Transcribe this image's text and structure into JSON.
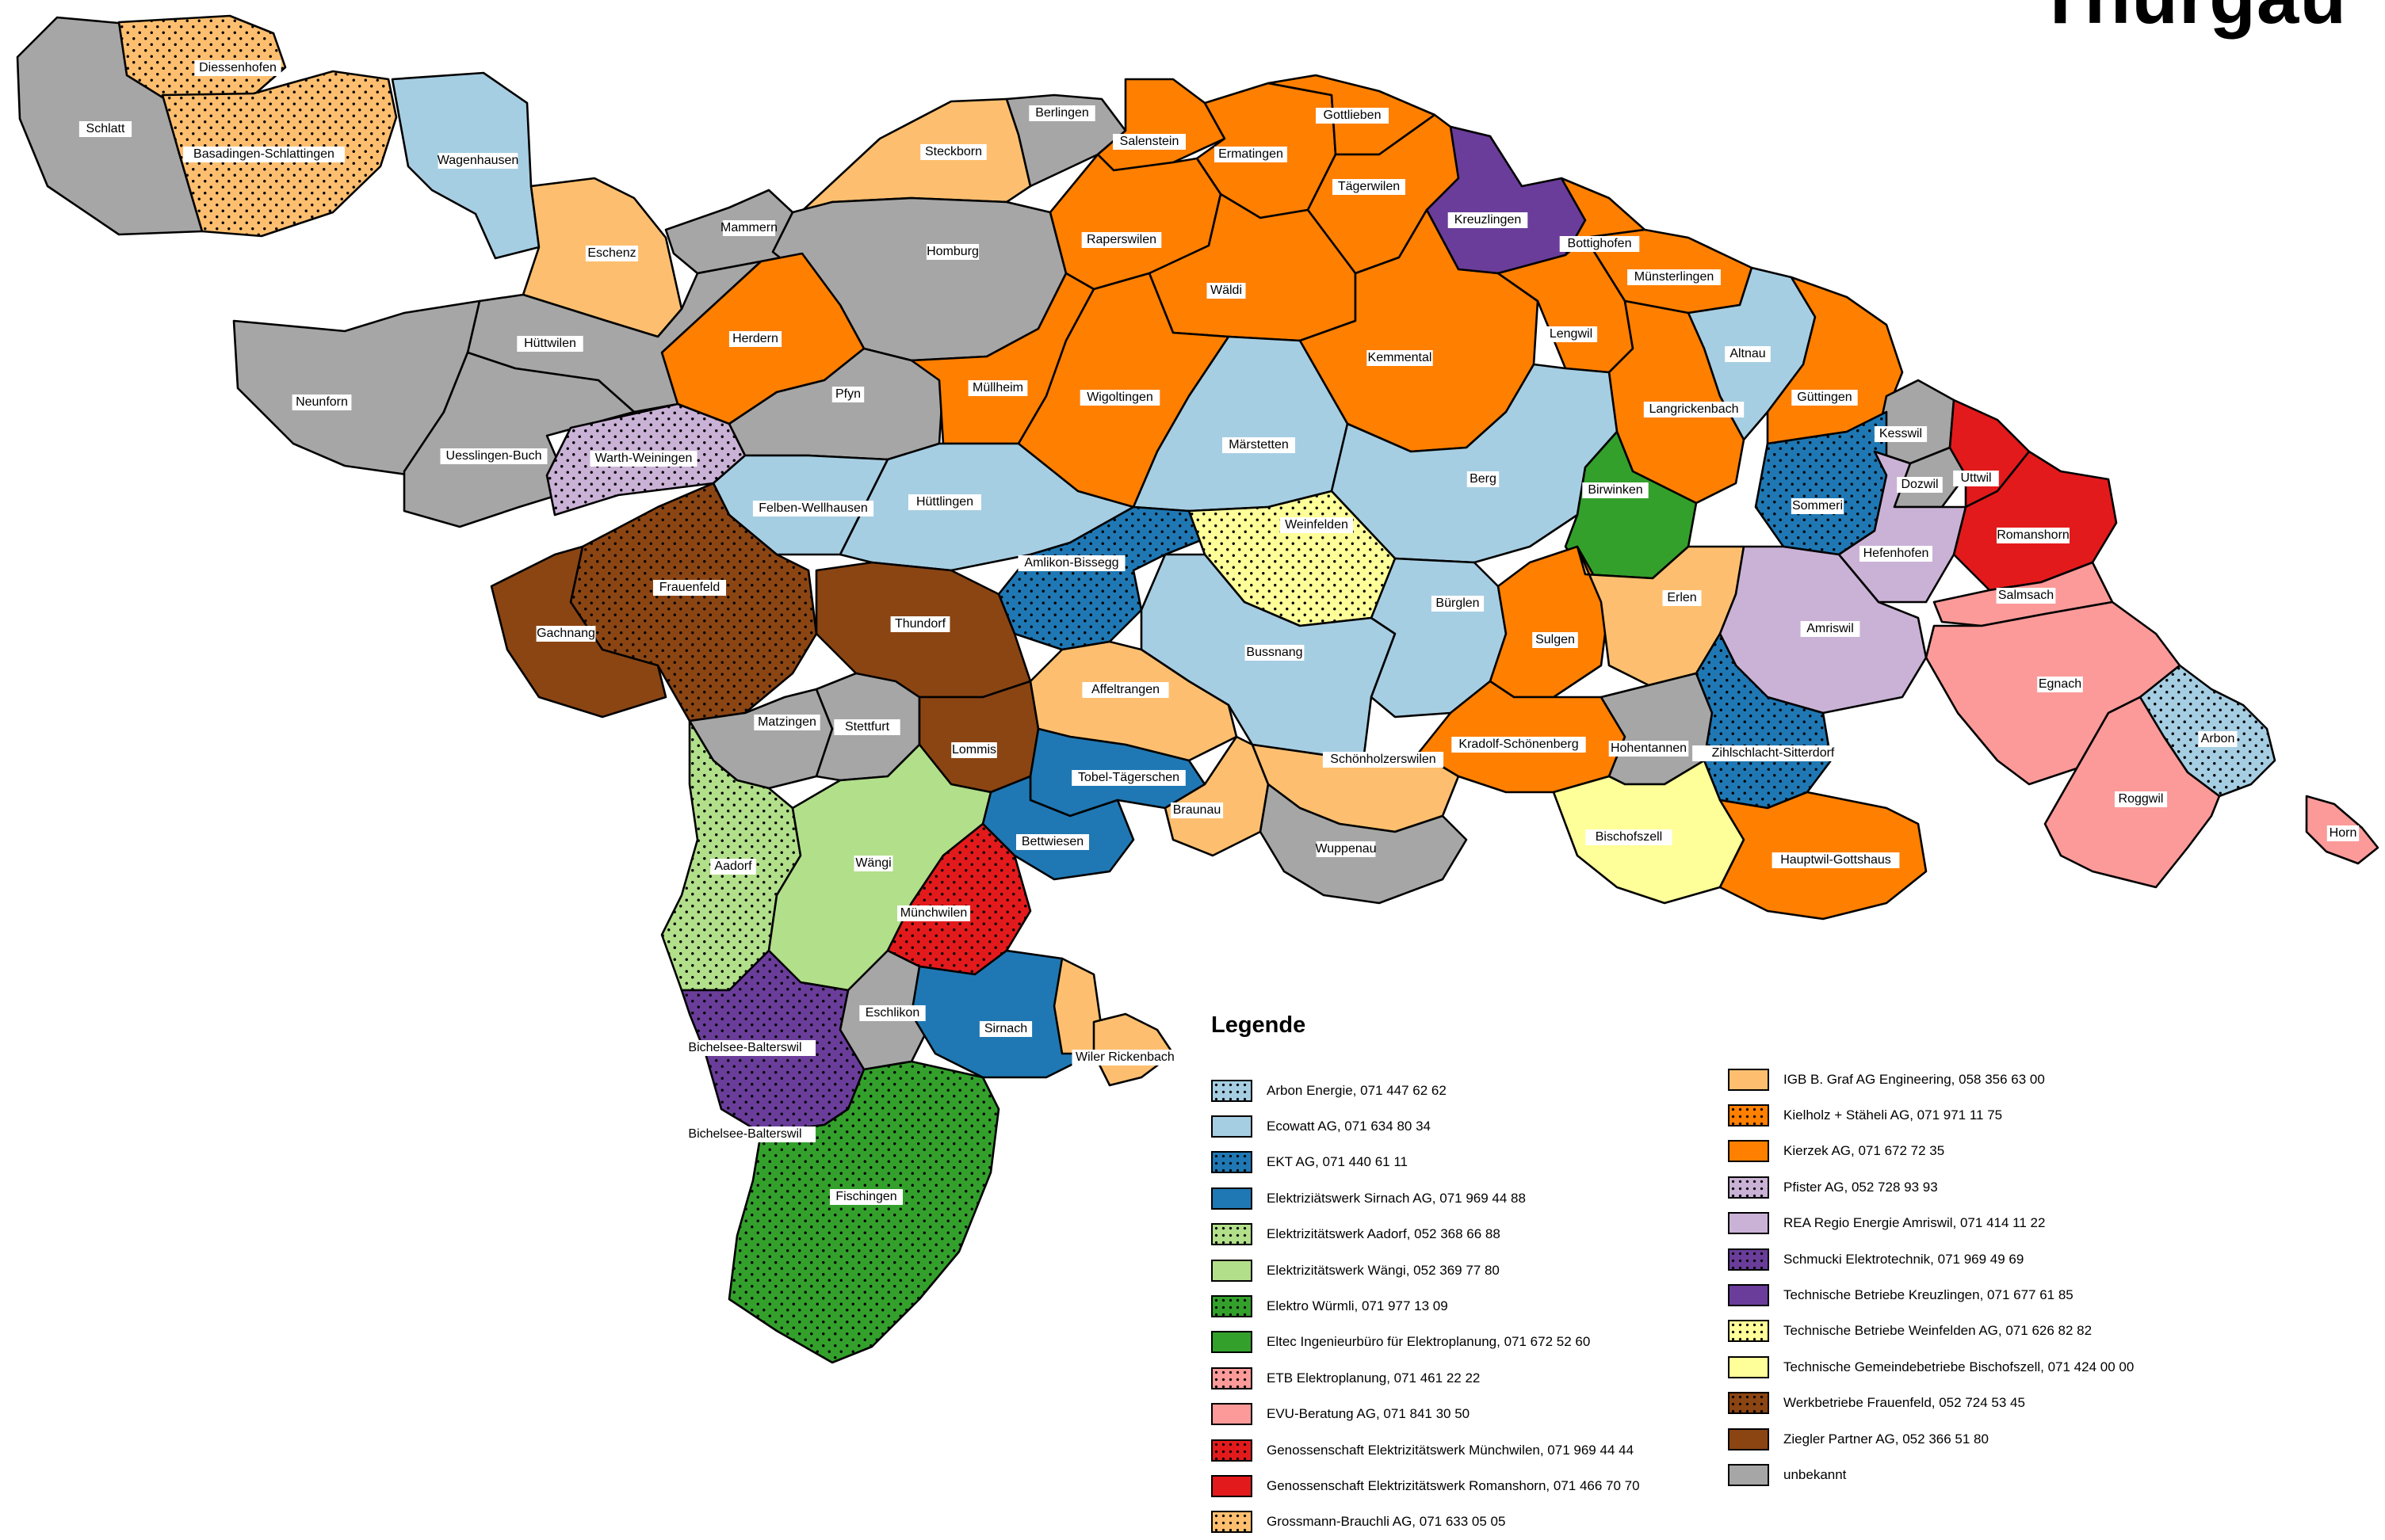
{
  "title": "Thurgau",
  "legend": {
    "title": "Legende",
    "items": [
      {
        "id": "arbon",
        "label": "Arbon Energie, 071 447 62 62",
        "color": "#a6cee3",
        "dotted": true
      },
      {
        "id": "ecowatt",
        "label": "Ecowatt AG, 071 634 80 34",
        "color": "#a6cee3",
        "dotted": false
      },
      {
        "id": "ekt",
        "label": "EKT AG, 071 440 61 11",
        "color": "#1f78b4",
        "dotted": true
      },
      {
        "id": "sirnach",
        "label": "Elektriziätswerk Sirnach AG, 071 969 44 88",
        "color": "#1f78b4",
        "dotted": false
      },
      {
        "id": "aadorf",
        "label": "Elektrizitätswerk Aadorf, 052 368 66 88",
        "color": "#b2df8a",
        "dotted": true
      },
      {
        "id": "waengi",
        "label": "Elektrizitätswerk Wängi, 052 369 77 80",
        "color": "#b2df8a",
        "dotted": false
      },
      {
        "id": "wuermli",
        "label": "Elektro Würmli, 071 977 13 09",
        "color": "#33a02c",
        "dotted": true
      },
      {
        "id": "eltec",
        "label": "Eltec Ingenieurbüro für Elektroplanung, 071 672 52 60",
        "color": "#33a02c",
        "dotted": false
      },
      {
        "id": "etb",
        "label": "ETB Elektroplanung, 071 461 22 22",
        "color": "#fb9a99",
        "dotted": true
      },
      {
        "id": "evu",
        "label": "EVU-Beratung AG, 071 841 30 50",
        "color": "#fb9a99",
        "dotted": false
      },
      {
        "id": "gmuenchwilen",
        "label": "Genossenschaft Elektrizitätswerk Münchwilen, 071 969 44 44",
        "color": "#e31a1c",
        "dotted": true
      },
      {
        "id": "gromanshorn",
        "label": "Genossenschaft Elektrizitätswerk Romanshorn, 071 466 70 70",
        "color": "#e31a1c",
        "dotted": false
      },
      {
        "id": "grossmann",
        "label": "Grossmann-Brauchli AG, 071 633 05 05",
        "color": "#fdbf6f",
        "dotted": true
      },
      {
        "id": "igb",
        "label": "IGB B. Graf AG Engineering, 058 356 63 00",
        "color": "#fdbf6f",
        "dotted": false
      },
      {
        "id": "kielholz",
        "label": "Kielholz + Stäheli AG, 071 971 11 75",
        "color": "#ff7f00",
        "dotted": true
      },
      {
        "id": "kierzek",
        "label": "Kierzek AG, 071 672 72 35",
        "color": "#ff7f00",
        "dotted": false
      },
      {
        "id": "pfister",
        "label": "Pfister AG, 052 728 93 93",
        "color": "#cab2d6",
        "dotted": true
      },
      {
        "id": "rea",
        "label": "REA Regio Energie Amriswil, 071 414 11 22",
        "color": "#cab2d6",
        "dotted": false
      },
      {
        "id": "schmucki",
        "label": "Schmucki Elektrotechnik, 071 969 49 69",
        "color": "#6a3d9a",
        "dotted": true
      },
      {
        "id": "tbkreuzlingen",
        "label": "Technische Betriebe Kreuzlingen, 071 677 61 85",
        "color": "#6a3d9a",
        "dotted": false
      },
      {
        "id": "tbweinfelden",
        "label": "Technische Betriebe Weinfelden AG, 071 626 82 82",
        "color": "#ffff99",
        "dotted": true
      },
      {
        "id": "tgbischofszell",
        "label": "Technische Gemeindebetriebe Bischofszell, 071 424 00 00",
        "color": "#ffff99",
        "dotted": false
      },
      {
        "id": "wbfrauenfeld",
        "label": "Werkbetriebe Frauenfeld, 052 724 53 45",
        "color": "#8b4513",
        "dotted": true
      },
      {
        "id": "ziegler",
        "label": "Ziegler Partner AG, 052 366 51 80",
        "color": "#8b4513",
        "dotted": false
      },
      {
        "id": "unbekannt",
        "label": "unbekannt",
        "color": "#a6a6a6",
        "dotted": false
      }
    ]
  },
  "municipalities": [
    {
      "name": "Schlatt",
      "provider": "unbekannt"
    },
    {
      "name": "Diessenhofen",
      "provider": "grossmann"
    },
    {
      "name": "Basadingen-Schlattingen",
      "provider": "grossmann"
    },
    {
      "name": "Wagenhausen",
      "provider": "ecowatt"
    },
    {
      "name": "Eschenz",
      "provider": "igb"
    },
    {
      "name": "Mammern",
      "provider": "unbekannt"
    },
    {
      "name": "Steckborn",
      "provider": "igb"
    },
    {
      "name": "Berlingen",
      "provider": "unbekannt"
    },
    {
      "name": "Homburg",
      "provider": "unbekannt"
    },
    {
      "name": "Salenstein",
      "provider": "kierzek"
    },
    {
      "name": "Ermatingen",
      "provider": "kierzek"
    },
    {
      "name": "Gottlieben",
      "provider": "kierzek"
    },
    {
      "name": "Tägerwilen",
      "provider": "kierzek"
    },
    {
      "name": "Kreuzlingen",
      "provider": "tbkreuzlingen"
    },
    {
      "name": "Bottighofen",
      "provider": "kierzek"
    },
    {
      "name": "Münsterlingen",
      "provider": "kierzek"
    },
    {
      "name": "Raperswilen",
      "provider": "kierzek"
    },
    {
      "name": "Wäldi",
      "provider": "kierzek"
    },
    {
      "name": "Kemmental",
      "provider": "kierzek"
    },
    {
      "name": "Lengwil",
      "provider": "kierzek"
    },
    {
      "name": "Altnau",
      "provider": "ecowatt"
    },
    {
      "name": "Güttingen",
      "provider": "kierzek"
    },
    {
      "name": "Kesswil",
      "provider": "unbekannt"
    },
    {
      "name": "Dozwil",
      "provider": "unbekannt"
    },
    {
      "name": "Uttwil",
      "provider": "gromanshorn"
    },
    {
      "name": "Romanshorn",
      "provider": "gromanshorn"
    },
    {
      "name": "Langrickenbach",
      "provider": "kierzek"
    },
    {
      "name": "Herdern",
      "provider": "kierzek"
    },
    {
      "name": "Hüttwilen",
      "provider": "unbekannt"
    },
    {
      "name": "Neunforn",
      "provider": "unbekannt"
    },
    {
      "name": "Uesslingen-Buch",
      "provider": "unbekannt"
    },
    {
      "name": "Warth-Weiningen",
      "provider": "pfister"
    },
    {
      "name": "Pfyn",
      "provider": "unbekannt"
    },
    {
      "name": "Müllheim",
      "provider": "kierzek"
    },
    {
      "name": "Wigoltingen",
      "provider": "kierzek"
    },
    {
      "name": "Märstetten",
      "provider": "ecowatt"
    },
    {
      "name": "Berg",
      "provider": "ecowatt"
    },
    {
      "name": "Birwinken",
      "provider": "eltec"
    },
    {
      "name": "Sommeri",
      "provider": "ekt"
    },
    {
      "name": "Hefenhofen",
      "provider": "rea"
    },
    {
      "name": "Salmsach",
      "provider": "evu"
    },
    {
      "name": "Felben-Wellhausen",
      "provider": "ecowatt"
    },
    {
      "name": "Hüttlingen",
      "provider": "ecowatt"
    },
    {
      "name": "Amlikon-Bissegg",
      "provider": "ekt"
    },
    {
      "name": "Weinfelden",
      "provider": "tbweinfelden"
    },
    {
      "name": "Frauenfeld",
      "provider": "wbfrauenfeld"
    },
    {
      "name": "Gachnang",
      "provider": "ziegler"
    },
    {
      "name": "Thundorf",
      "provider": "ziegler"
    },
    {
      "name": "Bussnang",
      "provider": "ecowatt"
    },
    {
      "name": "Bürglen",
      "provider": "ecowatt"
    },
    {
      "name": "Sulgen",
      "provider": "kierzek"
    },
    {
      "name": "Erlen",
      "provider": "igb"
    },
    {
      "name": "Amriswil",
      "provider": "rea"
    },
    {
      "name": "Egnach",
      "provider": "evu"
    },
    {
      "name": "Arbon",
      "provider": "arbon"
    },
    {
      "name": "Roggwil",
      "provider": "evu"
    },
    {
      "name": "Horn",
      "provider": "evu"
    },
    {
      "name": "Matzingen",
      "provider": "unbekannt"
    },
    {
      "name": "Stettfurt",
      "provider": "unbekannt"
    },
    {
      "name": "Lommis",
      "provider": "ziegler"
    },
    {
      "name": "Affeltrangen",
      "provider": "igb"
    },
    {
      "name": "Tobel-Tägerschen",
      "provider": "sirnach"
    },
    {
      "name": "Braunau",
      "provider": "igb"
    },
    {
      "name": "Schönholzerswilen",
      "provider": "igb"
    },
    {
      "name": "Kradolf-Schönenberg",
      "provider": "kierzek"
    },
    {
      "name": "Hohentannen",
      "provider": "unbekannt"
    },
    {
      "name": "Zihlschlacht-Sitterdorf",
      "provider": "ekt"
    },
    {
      "name": "Bischofszell",
      "provider": "tgbischofszell"
    },
    {
      "name": "Hauptwil-Gottshaus",
      "provider": "kierzek"
    },
    {
      "name": "Wuppenau",
      "provider": "unbekannt"
    },
    {
      "name": "Bettwiesen",
      "provider": "sirnach"
    },
    {
      "name": "Aadorf",
      "provider": "aadorf"
    },
    {
      "name": "Wängi",
      "provider": "waengi"
    },
    {
      "name": "Münchwilen",
      "provider": "gmuenchwilen"
    },
    {
      "name": "Eschlikon",
      "provider": "unbekannt"
    },
    {
      "name": "Sirnach",
      "provider": "sirnach"
    },
    {
      "name": "Wilen",
      "provider": "igb"
    },
    {
      "name": "Rickenbach",
      "provider": "igb"
    },
    {
      "name": "Bichelsee-Balterswil",
      "provider": "schmucki"
    },
    {
      "name": "Fischingen",
      "provider": "wuermli"
    }
  ],
  "extra_labels": [
    {
      "name": "Bichelsee-Balterswil"
    }
  ]
}
